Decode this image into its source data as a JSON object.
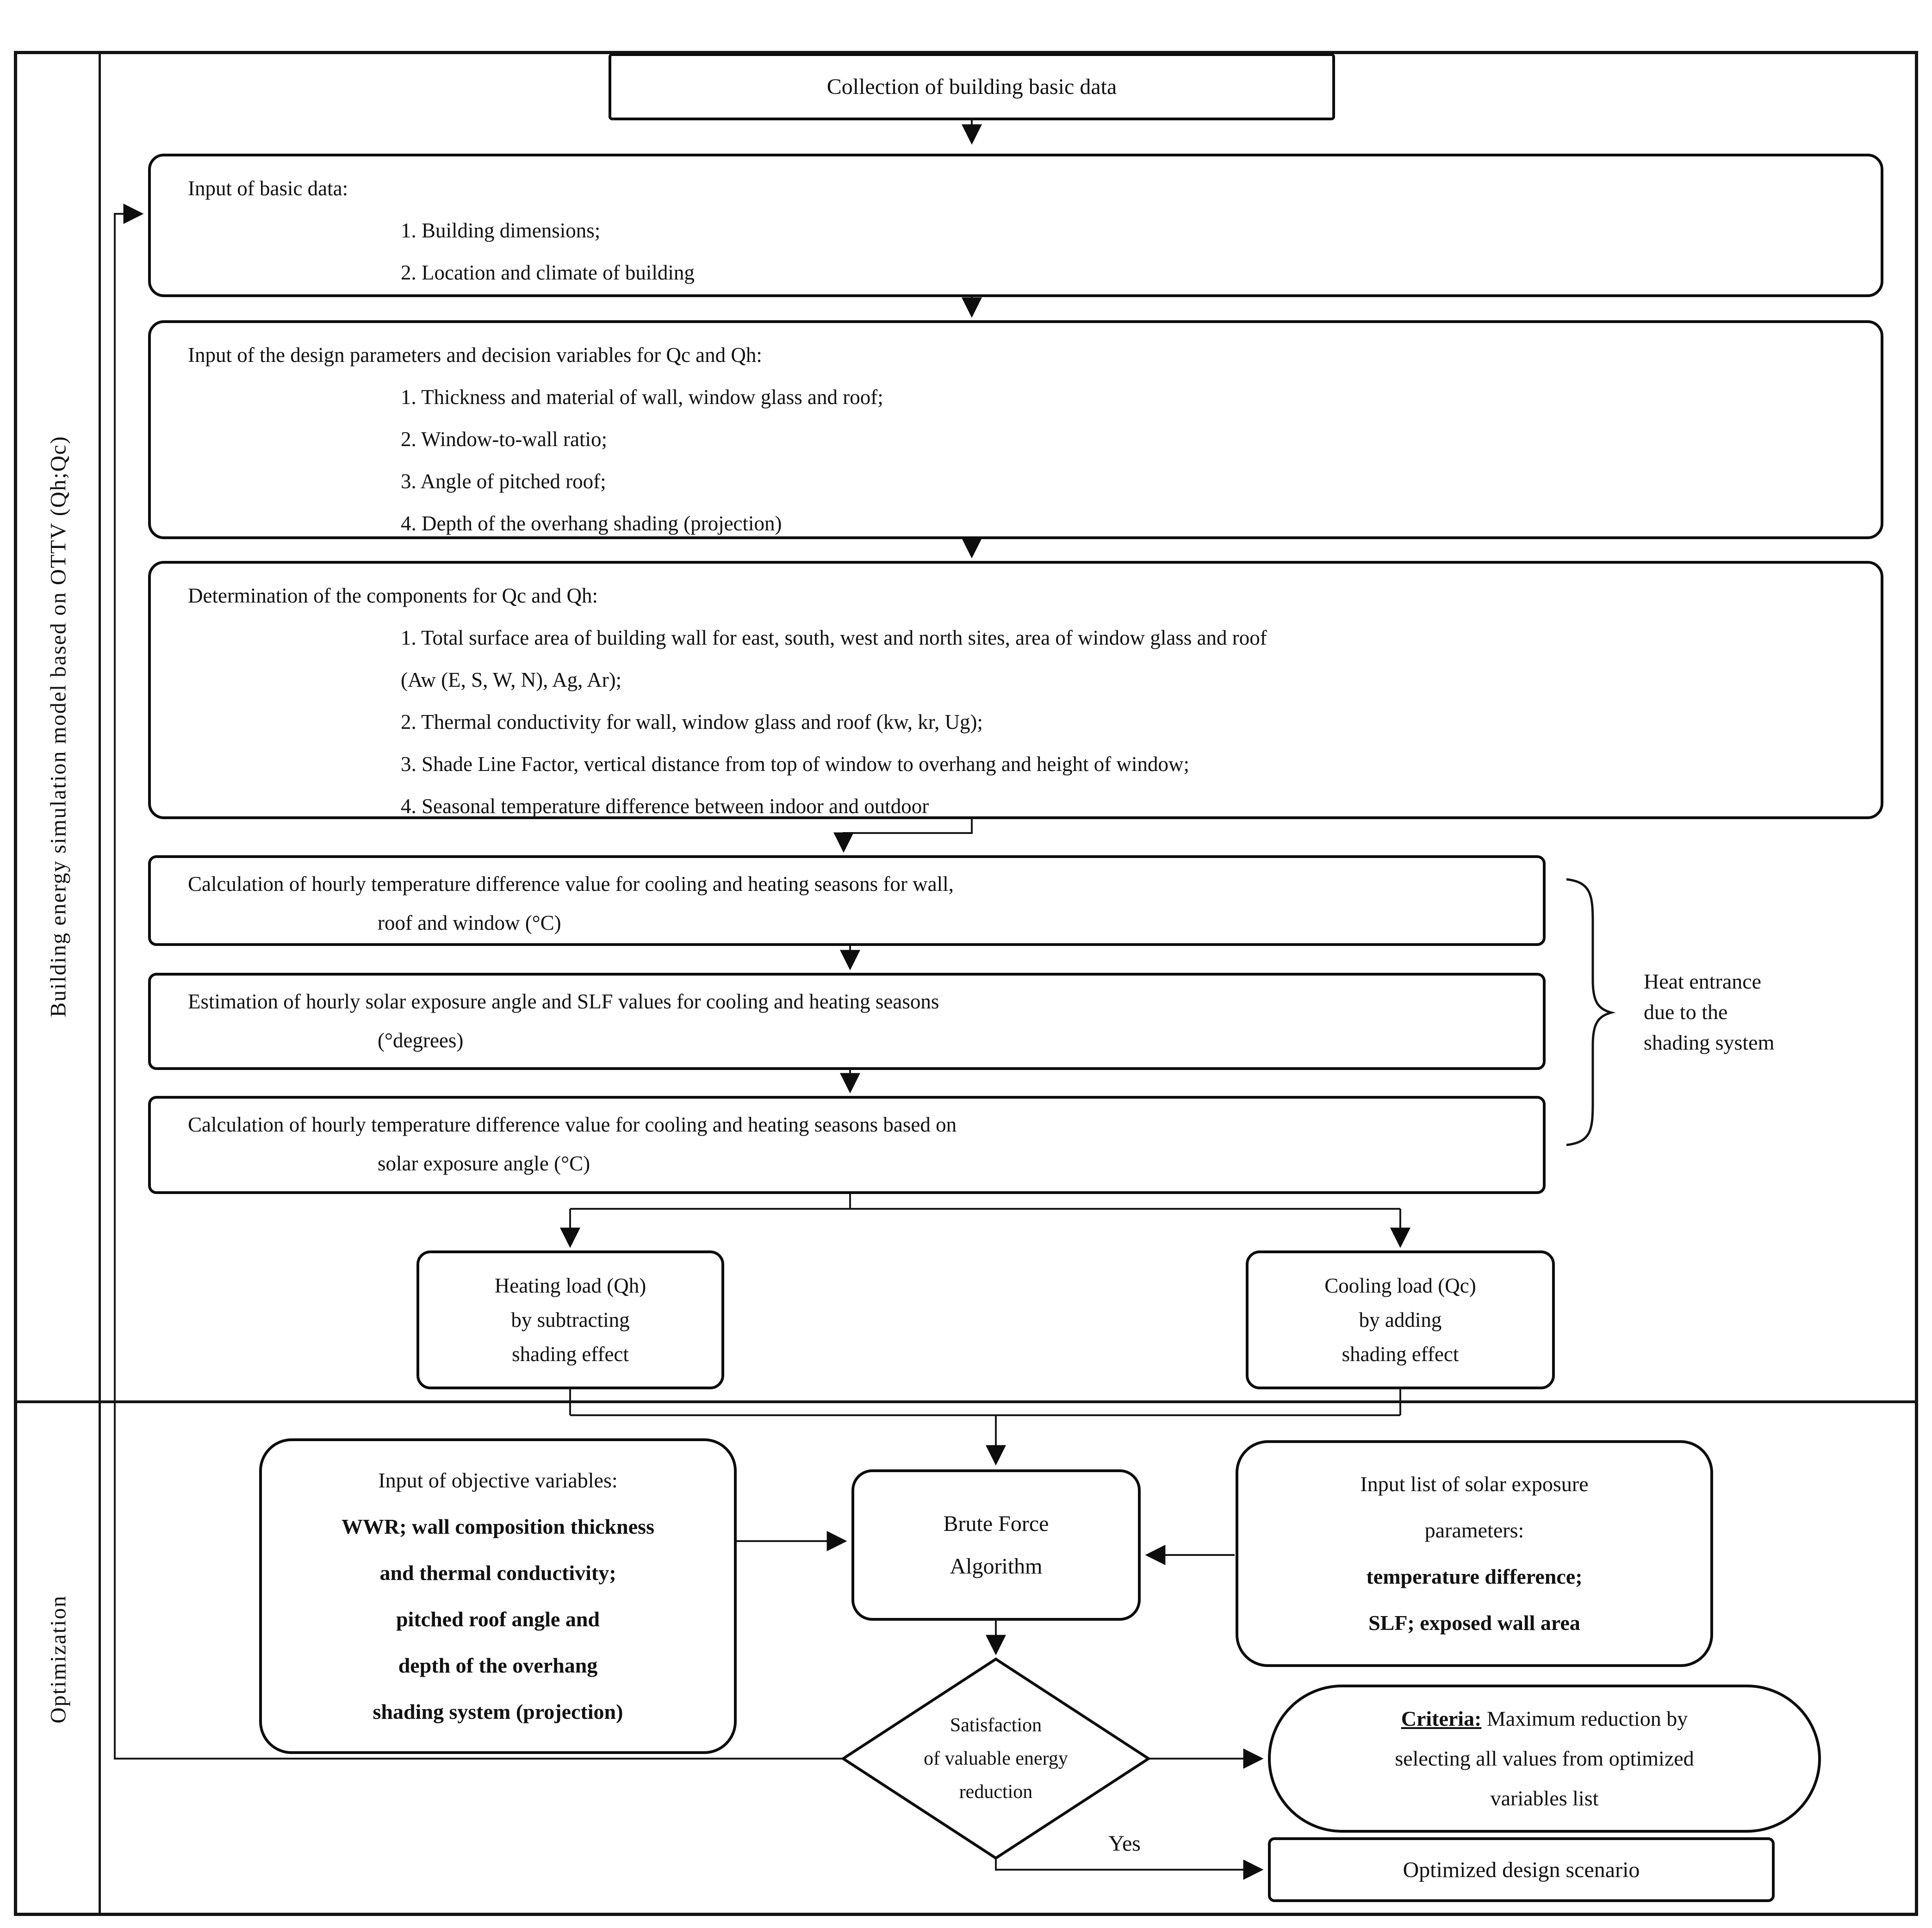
{
  "page": {
    "background": "#ffffff",
    "ink": "#111111"
  },
  "sidebar": {
    "section1_label": "Building energy simulation model based on OTTV (Qh;Qc)",
    "section2_label": "Optimization"
  },
  "nodes": {
    "collection": {
      "label": "Collection of building basic data"
    },
    "basic_data": {
      "title": "Input of  basic data:",
      "items": [
        "1. Building dimensions;",
        "2. Location and climate of building"
      ]
    },
    "design_params": {
      "title": "Input of the design parameters and decision variables for Qc and Qh:",
      "items": [
        "1. Thickness and material of wall, window glass and roof;",
        "2. Window-to-wall ratio;",
        "3. Angle of pitched roof;",
        "4. Depth of the overhang shading (projection)"
      ]
    },
    "determination": {
      "title": "Determination of the components for Qc and Qh:",
      "items": [
        "1. Total surface area of building wall for east, south, west and north sites, area of window glass and roof",
        "(Aw (E, S, W, N), Ag, Ar);",
        "2. Thermal conductivity for wall, window glass and roof (kw, kr, Ug);",
        "3. Shade Line Factor, vertical distance from top of window to overhang and height of window;",
        "4. Seasonal temperature difference between indoor and outdoor"
      ]
    },
    "calc_temp_wall": {
      "line1": "Calculation of hourly temperature difference value for cooling and heating seasons for wall,",
      "line2": "roof and window (°C)"
    },
    "estimation_slf": {
      "line1": "Estimation of hourly solar exposure angle and SLF values for cooling and heating seasons",
      "line2": "(°degrees)"
    },
    "calc_temp_solar": {
      "line1": "Calculation of hourly temperature difference value for cooling and heating seasons based on",
      "line2": "solar exposure angle (°C)"
    },
    "heating_load": {
      "lines": [
        "Heating load (Qh)",
        "by subtracting",
        "shading effect"
      ]
    },
    "cooling_load": {
      "lines": [
        "Cooling load (Qc)",
        "by adding",
        "shading effect"
      ]
    },
    "objective_vars": {
      "title": "Input of objective variables:",
      "bold_lines": [
        "WWR; wall composition thickness",
        "and thermal conductivity;",
        "pitched roof angle and",
        "depth of the overhang",
        "shading system (projection)"
      ]
    },
    "brute_force": {
      "lines": [
        "Brute Force",
        "Algorithm"
      ]
    },
    "solar_params": {
      "title_lines": [
        "Input list of solar exposure",
        "parameters:"
      ],
      "bold_lines": [
        "temperature difference;",
        "SLF; exposed wall area"
      ]
    },
    "decision": {
      "lines": [
        "Satisfaction",
        "of valuable energy",
        "reduction"
      ]
    },
    "criteria": {
      "prefix": "Criteria:",
      "line1_rest": " Maximum reduction by",
      "line2": "selecting all values from optimized",
      "line3": "variables list"
    },
    "optimized": {
      "label": "Optimized design scenario"
    }
  },
  "labels": {
    "brace_note_lines": [
      "Heat entrance",
      "due to the",
      "shading system"
    ],
    "yes": "Yes"
  }
}
